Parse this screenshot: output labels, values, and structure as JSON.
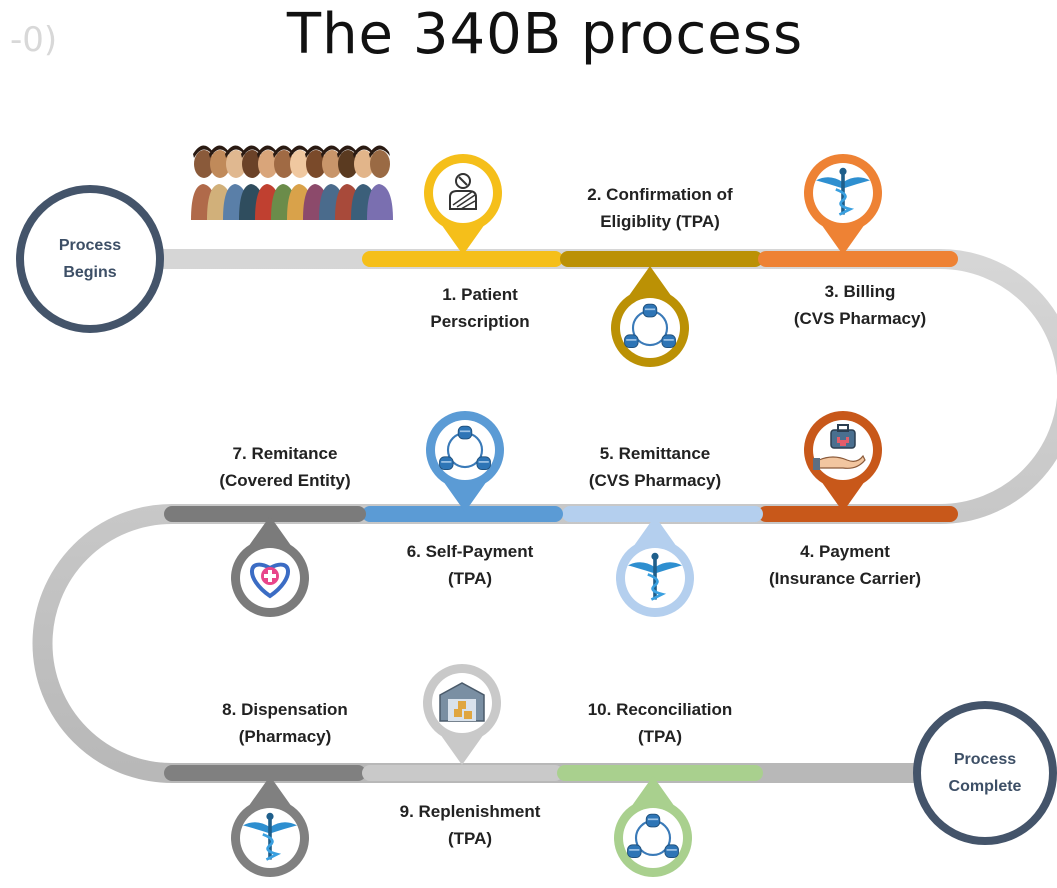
{
  "title": "The 340B process",
  "corner_glyph": "-0)",
  "start": {
    "line1": "Process",
    "line2": "Begins"
  },
  "end": {
    "line1": "Process",
    "line2": "Complete"
  },
  "steps": [
    {
      "line1": "1. Patient",
      "line2": "Perscription",
      "color": "#f5bf1a",
      "icon": "patient-icon"
    },
    {
      "line1": "2. Confirmation of",
      "line2": "Eligiblity (TPA)",
      "color": "#bb9105",
      "icon": "database-network-icon"
    },
    {
      "line1": "3. Billing",
      "line2": "(CVS Pharmacy)",
      "color": "#ee8234",
      "icon": "caduceus-icon"
    },
    {
      "line1": "4. Payment",
      "line2": "(Insurance Carrier)",
      "color": "#c8581a",
      "icon": "medical-kit-hand-icon"
    },
    {
      "line1": "5. Remittance",
      "line2": "(CVS Pharmacy)",
      "color": "#b4cfee",
      "icon": "caduceus-icon"
    },
    {
      "line1": "6. Self-Payment",
      "line2": "(TPA)",
      "color": "#5b9bd5",
      "icon": "database-network-icon"
    },
    {
      "line1": "7. Remitance",
      "line2": "(Covered Entity)",
      "color": "#7b7b7b",
      "icon": "heart-cross-icon"
    },
    {
      "line1": "8. Dispensation",
      "line2": "(Pharmacy)",
      "color": "#808080",
      "icon": "caduceus-icon"
    },
    {
      "line1": "9. Replenishment",
      "line2": "(TPA)",
      "color": "#c9c9c9",
      "icon": "warehouse-icon"
    },
    {
      "line1": "10. Reconciliation",
      "line2": "(TPA)",
      "color": "#a9d08e",
      "icon": "database-network-icon"
    }
  ],
  "colors": {
    "track": "#c8c8c8",
    "circle_border": "#44546a",
    "title": "#111111"
  },
  "people_icon": "diverse-people-group-icon"
}
